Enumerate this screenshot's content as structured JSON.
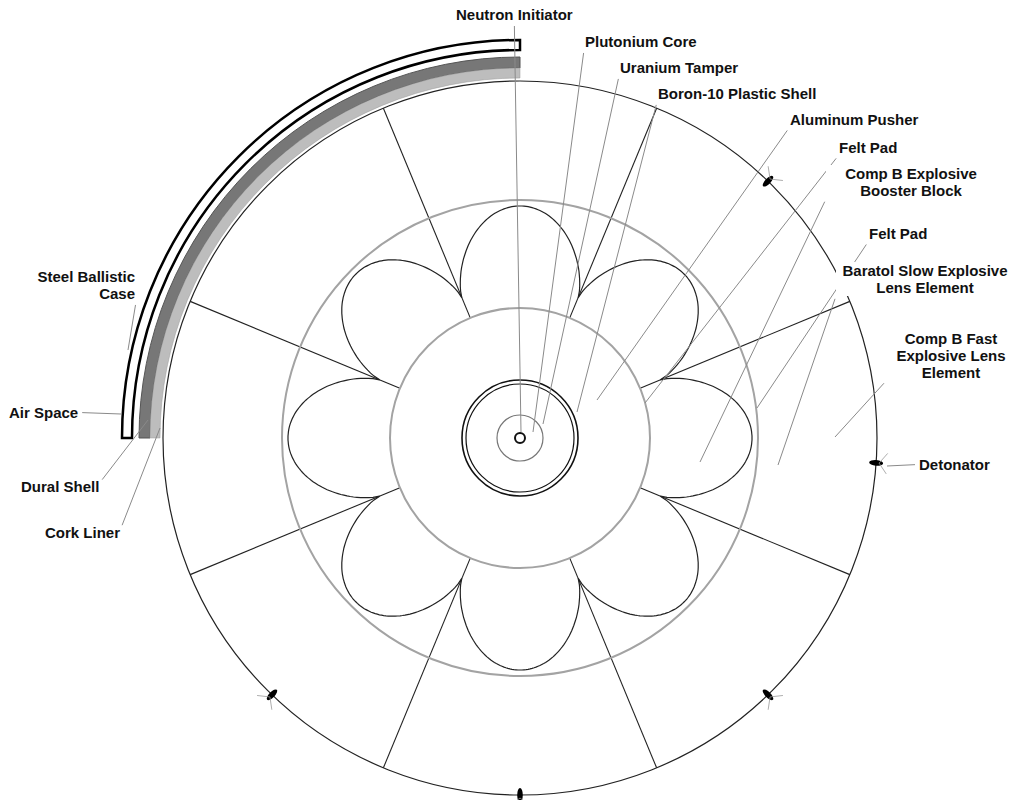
{
  "diagram": {
    "labels": [
      "Neutron Initiator",
      "Plutonium Core",
      "Uranium Tamper",
      "Boron-10 Plastic Shell",
      "Aluminum Pusher",
      "Felt Pad",
      "Comp B Explosive Booster Block",
      "Felt Pad",
      "Baratol Slow Explosive Lens Element",
      "Comp B Fast Explosive Lens Element",
      "Detonator",
      "Steel Ballistic Case",
      "Air Space",
      "Dural Shell",
      "Cork Liner"
    ]
  }
}
